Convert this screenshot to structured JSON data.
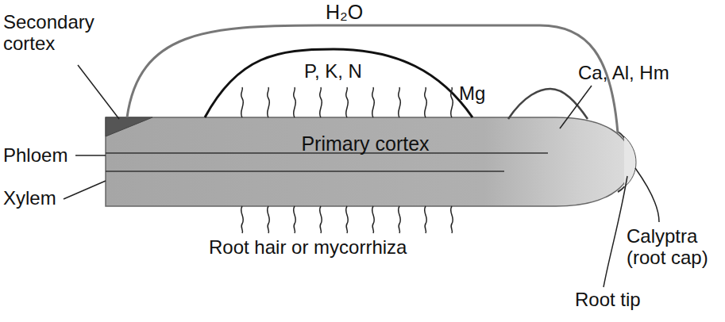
{
  "diagram": {
    "nodes": [
      {
        "text": [
          "Primary cortex"
        ]
      }
    ],
    "labels": [
      "H₂O",
      "Secondary cortex",
      "P, K, N",
      "Mg",
      "Ca, Al, Hm",
      "Phloem",
      "Xylem",
      "Root hair or mycorrhiza",
      "Calyptra (root cap)",
      "Root tip"
    ]
  }
}
